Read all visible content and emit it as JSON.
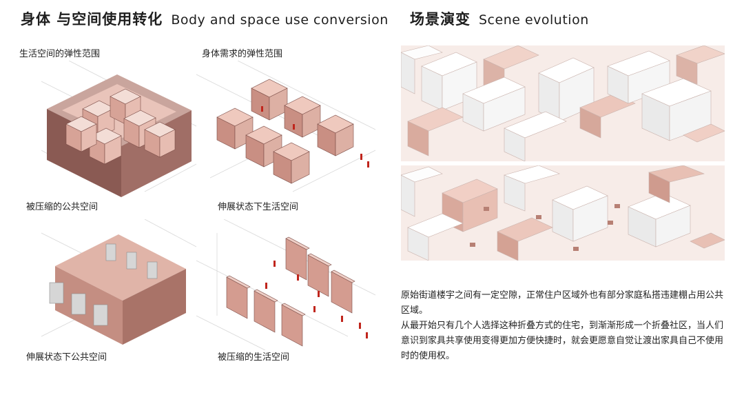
{
  "left_heading": {
    "cn": "身体 与空间使用转化",
    "en": "Body and space use conversion"
  },
  "right_heading": {
    "cn": "场景演变",
    "en": "Scene evolution"
  },
  "diagram_labels": {
    "tl_top": "生活空间的弹性范围",
    "tr_top": "身体需求的弹性范围",
    "tl_bottom": "被压缩的公共空间",
    "tr_bottom": "伸展状态下生活空间",
    "bl_bottom": "伸展状态下公共空间",
    "br_bottom": "被压缩的生活空间"
  },
  "description": [
    "原始街道楼宇之间有一定空隙，正常住户区域外也有部分家庭私搭违建棚占用公共区域。",
    "从最开始只有几个人选择这种折叠方式的住宅，到渐渐形成一个折叠社区，当人们意识到家具共享使用变得更加方便快捷时，就会更愿意自觉让渡出家具自己不使用时的使用权。"
  ],
  "colors": {
    "dark_wall": "#8a5a53",
    "mid_wall": "#c48e82",
    "light_box": "#e7bdb2",
    "pink_top": "#e9c4ba",
    "person_red": "#c0251c",
    "city_white": "#fbfbfb",
    "city_pink": "#e8c9bf"
  }
}
